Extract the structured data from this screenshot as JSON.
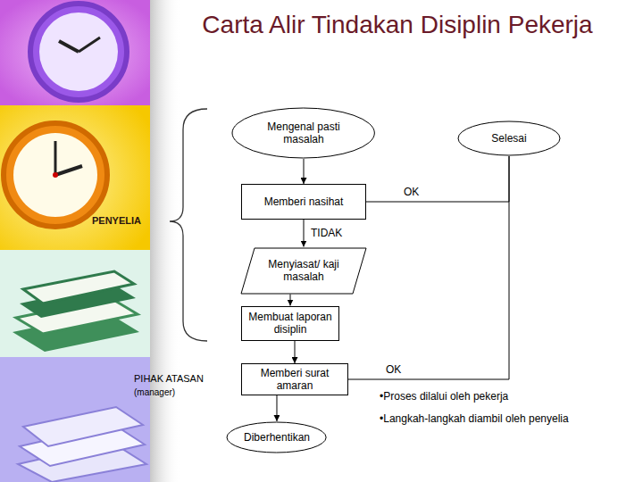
{
  "diagram": {
    "title": "Carta Alir Tindakan Disiplin Pekerja",
    "nodes": [
      {
        "text": [
          "Mengenal pasti masalah"
        ]
      },
      {
        "text": [
          "Selesai"
        ]
      },
      {
        "text": [
          "Memberi nasihat"
        ]
      },
      {
        "text": [
          "Menyiasat/ kaji masalah"
        ]
      },
      {
        "text": [
          "Membuat laporan disiplin"
        ]
      },
      {
        "text": [
          "Memberi surat amaran"
        ]
      },
      {
        "text": [
          "Diberhentikan"
        ]
      }
    ],
    "edges": [
      {
        "from": 0,
        "to": 2,
        "arrow": "to"
      },
      {
        "from": 2,
        "to": 1,
        "label": "OK",
        "arrow": "none"
      },
      {
        "from": 2,
        "to": 3,
        "label": "TIDAK",
        "arrow": "to"
      },
      {
        "from": 3,
        "to": 4,
        "arrow": "to"
      },
      {
        "from": 4,
        "to": 5,
        "arrow": "to"
      },
      {
        "from": 5,
        "to": 1,
        "label": "OK",
        "arrow": "none"
      },
      {
        "from": 5,
        "to": 6,
        "arrow": "to"
      }
    ],
    "labels": [
      "PENYELIA",
      "PIHAK ATASAN",
      "(manager)",
      "•Proses dilalui oleh pekerja",
      "•Langkah-langkah diambil oleh penyelia"
    ]
  }
}
